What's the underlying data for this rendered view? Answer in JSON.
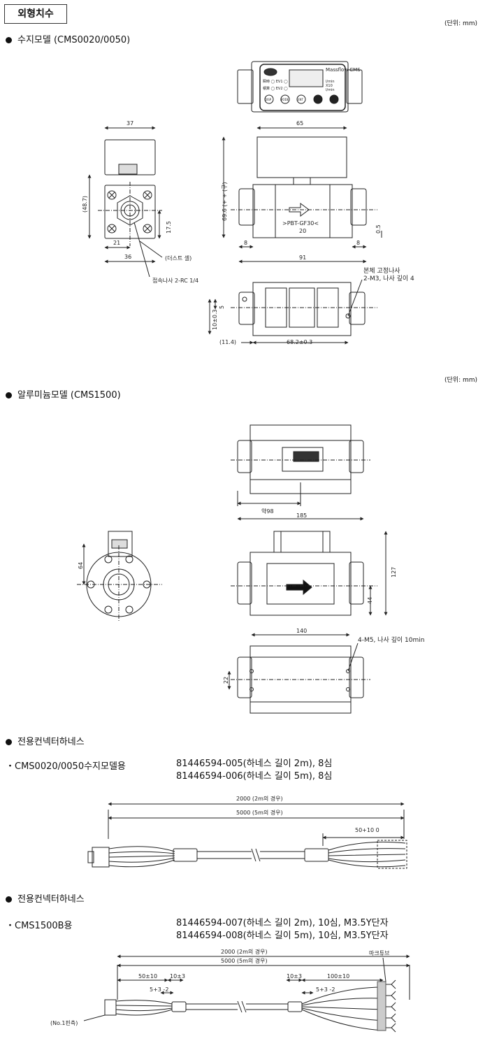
{
  "tab_title": "외형치수",
  "unit_label": "(단위: mm)",
  "section1": {
    "heading": "수지모델 (CMS0020/0050)",
    "display": {
      "brand": "Massflow CMS",
      "units": [
        "l/min",
        "X10",
        "l/min"
      ],
      "led1": "瞬時 ◯ EV1 ◯",
      "led2": "積算 ◯ EV2 ◯",
      "buttons": [
        "DISP",
        "MODE",
        "ENT",
        "▲",
        "▼"
      ]
    },
    "dims": {
      "width_37": "37",
      "h_48_7": "(48.7)",
      "d_21": "21",
      "d_36": "36",
      "h_17_5": "17.5",
      "w_65": "65",
      "h_69_6": "69.6 (+ + (구)",
      "material": ">PBT-GF30<",
      "mat_num": "20",
      "d_0_5": "0.5",
      "d_8a": "8",
      "d_8b": "8",
      "len_91": "91",
      "d_5": "5",
      "d_10": "10±0.3",
      "d_11_4": "(11.4)",
      "d_68_2": "68.2±0.3"
    },
    "notes": {
      "dust": "(더스트 셀)",
      "port": "접속나사 2-RC 1/4",
      "body1": "본체 고정나사",
      "body2": "2-M3, 나사 깊이 4"
    }
  },
  "section2": {
    "heading": "알루미늄모델 (CMS1500)",
    "dims": {
      "about98": "약98",
      "w185": "185",
      "h64": "64",
      "h127": "127",
      "h44": "44",
      "w140": "140",
      "h22": "22"
    },
    "notes": {
      "screw": "4-M5, 나사 깊이 10min"
    }
  },
  "section3": {
    "heading": "전용컨넥터하네스",
    "label": "・CMS0020/0050수지모델용",
    "pn1": "81446594-005(하네스 길이 2m), 8심",
    "pn2": "81446594-006(하네스 길이 5m), 8심",
    "dim1": "2000 (2m의 경우)",
    "dim2": "5000 (5m의 경우)",
    "tol": "50+10 0"
  },
  "section4": {
    "heading": "전용컨넥터하네스",
    "label": "・CMS1500B용",
    "pn1": "81446594-007(하네스 길이 2m), 10심,  M3.5Y단자",
    "pn2": "81446594-008(하네스 길이 5m), 10심,  M3.5Y단자",
    "dim1": "2000  (2m의 경우)",
    "dim2": "5000  (5m의 경우)",
    "d50": "50±10",
    "d10a": "10±3",
    "d5a": "5+3 -2",
    "d10b": "10±3",
    "d100": "100±10",
    "d5b": "5+3 -2",
    "mark": "마크튜브",
    "pin": "(No.1핀측)"
  }
}
